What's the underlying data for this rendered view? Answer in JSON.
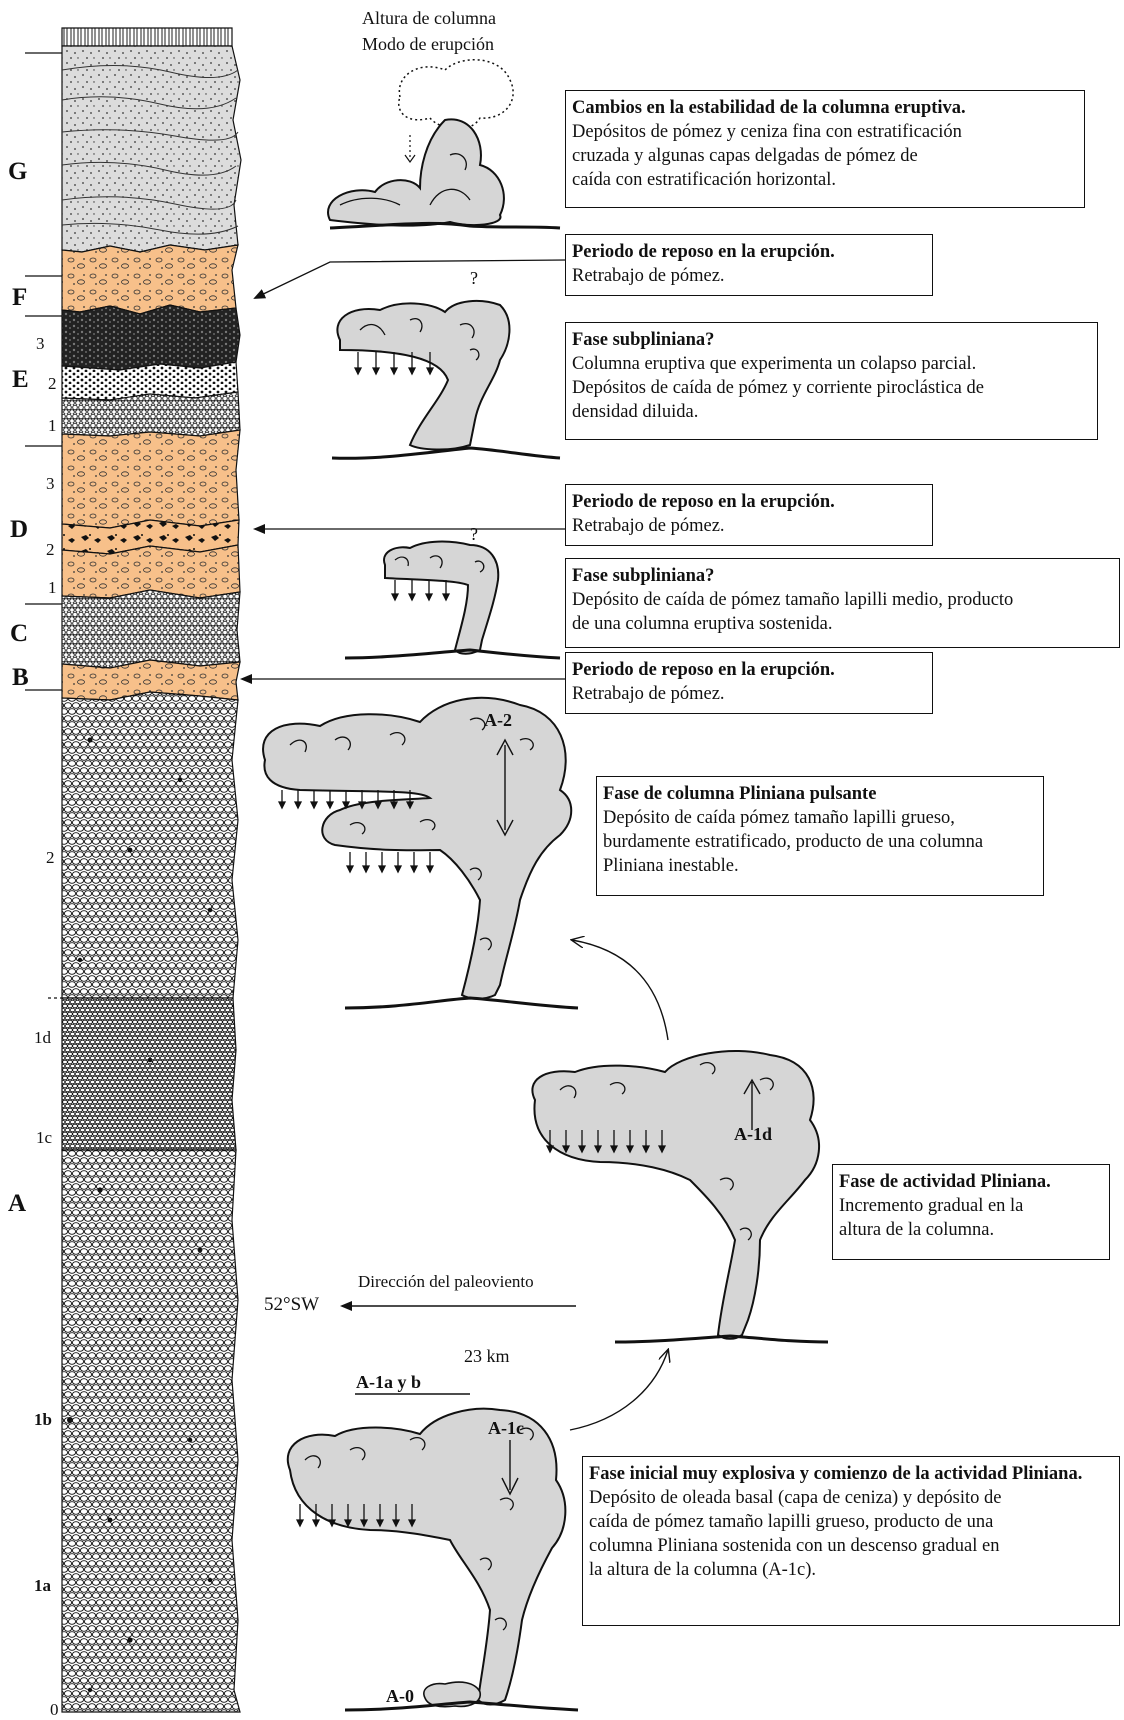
{
  "header": {
    "line1": "Altura de columna",
    "line2": "Modo de erupción"
  },
  "units": [
    {
      "label": "G"
    },
    {
      "label": "F"
    },
    {
      "label": "E"
    },
    {
      "label": "D"
    },
    {
      "label": "C"
    },
    {
      "label": "B"
    },
    {
      "label": "A"
    }
  ],
  "subunits": {
    "E3": "3",
    "E2": "2",
    "E1": "1",
    "D3": "3",
    "D2": "2",
    "D1": "1",
    "A2": "2",
    "A1d": "1d",
    "A1c": "1c",
    "A1b": "1b",
    "A1a": "1a",
    "A0": "0"
  },
  "boxes": [
    {
      "title": "Cambios en la estabilidad de la columna eruptiva.",
      "lines": [
        "Depósitos de pómez y ceniza fina con estratificación",
        "cruzada y algunas capas delgadas de pómez de",
        "caída con estratificación horizontal."
      ]
    },
    {
      "title": "Periodo de reposo en la erupción.",
      "lines": [
        "Retrabajo de pómez."
      ]
    },
    {
      "title": "Fase  subpliniana?",
      "lines": [
        "Columna eruptiva que experimenta un colapso parcial.",
        "Depósitos de caída de pómez y corriente piroclástica de",
        "densidad diluida."
      ]
    },
    {
      "title": "Periodo de reposo en la erupción.",
      "lines": [
        "Retrabajo de pómez."
      ]
    },
    {
      "title": "Fase  subpliniana?",
      "lines": [
        "Depósito  de caída de pómez tamaño lapilli medio, producto",
        "de una columna eruptiva sostenida."
      ]
    },
    {
      "title": "Periodo de reposo en la erupción.",
      "lines": [
        "Retrabajo de pómez."
      ]
    },
    {
      "title": "Fase de columna Pliniana pulsante",
      "lines": [
        "Depósito de caída  pómez tamaño lapilli grueso,",
        "burdamente estratificado, producto de una columna",
        "Pliniana  inestable."
      ]
    },
    {
      "title": "Fase de actividad Pliniana.",
      "lines": [
        "Incremento gradual en la",
        "altura de la columna."
      ]
    },
    {
      "title": "Fase inicial muy explosiva y comienzo de la actividad Pliniana.",
      "lines": [
        "Depósito de oleada basal (capa de ceniza) y depósito de",
        "caída de pómez tamaño lapilli grueso, producto de una",
        "columna Pliniana sostenida con un descenso gradual en",
        "la altura de la columna (A-1c)."
      ]
    }
  ],
  "question_marks": [
    "?",
    "?"
  ],
  "plume_labels": {
    "a2": "A-2",
    "a1d": "A-1d",
    "a1c": "A-1c",
    "a1ab": "A-1a y b",
    "a0": "A-0"
  },
  "wind": {
    "label": "Dirección del paleoviento",
    "direction": "52°SW"
  },
  "height": {
    "value": "23 km"
  },
  "colors": {
    "orange": "#f7c08a",
    "ash": "#d9d9d9",
    "plume": "#d6d6d6",
    "line": "#111111"
  }
}
